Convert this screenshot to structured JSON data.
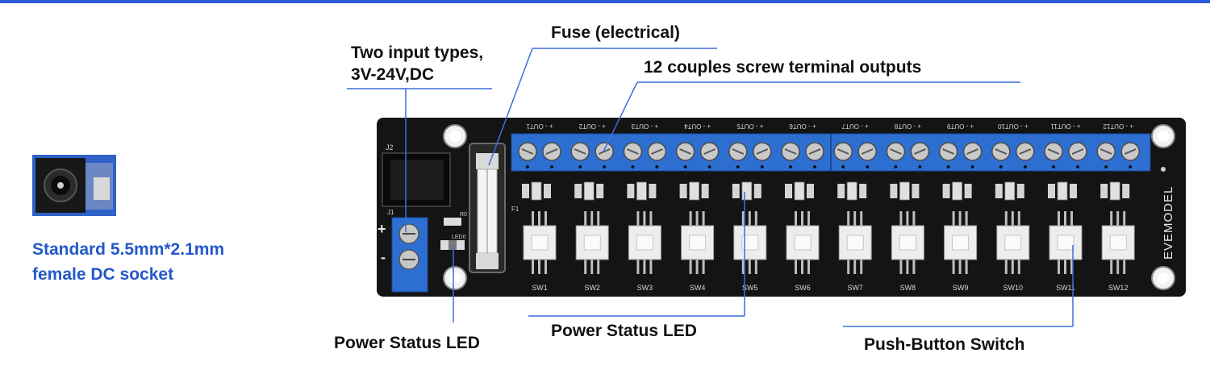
{
  "labels": {
    "fuse": "Fuse (electrical)",
    "input_line1": "Two input types,",
    "input_line2": "3V-24V,DC",
    "terminals": "12 couples screw terminal outputs",
    "socket_line1": "Standard 5.5mm*2.1mm",
    "socket_line2": "female DC socket",
    "power_led_left": "Power Status LED",
    "power_led_mid": "Power Status LED",
    "push_button": "Push-Button Switch"
  },
  "board": {
    "brand": "EVEMODEL",
    "jack_ref": "J2",
    "input_ref": "J1",
    "fuse_ref": "F1",
    "plus": "+",
    "minus": "-",
    "led0": "LED0",
    "r0": "R0",
    "outputs": [
      "OUT1",
      "OUT2",
      "OUT3",
      "OUT4",
      "OUT5",
      "OUT6",
      "OUT7",
      "OUT8",
      "OUT9",
      "OUT10",
      "OUT11",
      "OUT12"
    ],
    "switches": [
      "SW1",
      "SW2",
      "SW3",
      "SW4",
      "SW5",
      "SW6",
      "SW7",
      "SW8",
      "SW9",
      "SW10",
      "SW11",
      "SW12"
    ]
  },
  "colors": {
    "accent": "#2458c8",
    "pcb": "#141414",
    "terminal_blue": "#2d6fd0",
    "leader_line": "#3a6fd8"
  }
}
